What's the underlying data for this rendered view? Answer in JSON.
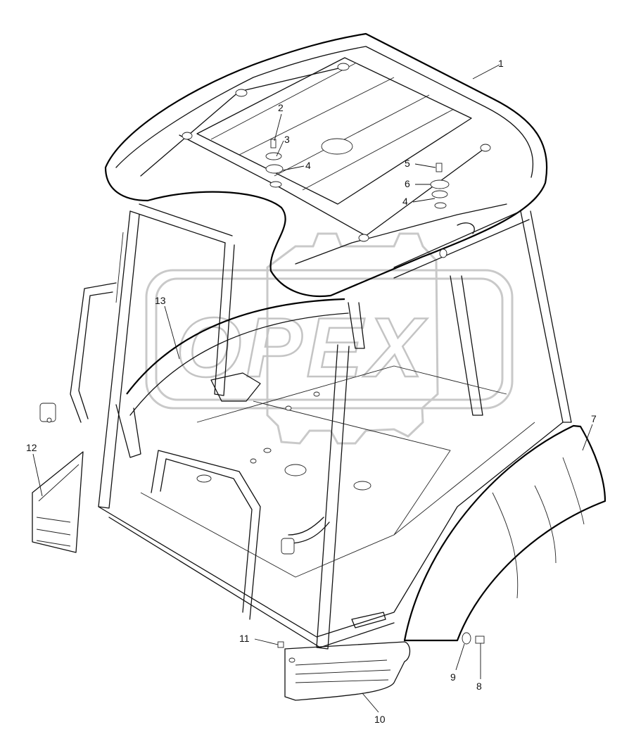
{
  "diagram": {
    "watermark_text": "OPEX",
    "callouts": [
      "1",
      "2",
      "3",
      "4",
      "4",
      "5",
      "6",
      "7",
      "8",
      "9",
      "10",
      "11",
      "12",
      "13"
    ]
  }
}
